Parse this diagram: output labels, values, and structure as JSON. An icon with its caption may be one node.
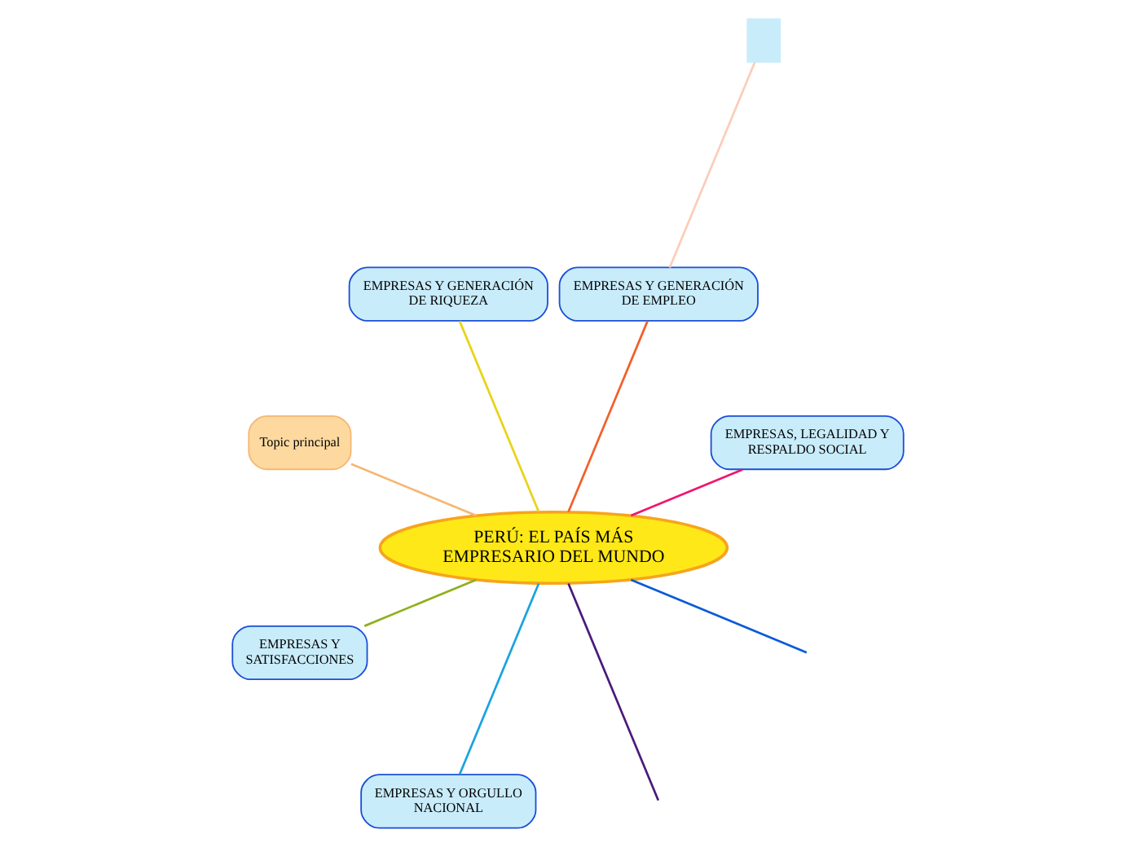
{
  "diagram": {
    "nodes": [
      {
        "text": [
          "PERÚ: EL PAÍS MÁS EMPRESARIO DEL MUNDO"
        ]
      },
      {
        "text": [
          "EMPRESAS, LEGALIDAD Y RESPALDO SOCIAL"
        ]
      },
      {
        "text": [
          "EMPRESAS Y GENERACIÓN DE EMPLEO"
        ]
      },
      {
        "text": [],
        "shape": "box"
      },
      {
        "text": [
          "EMPRESAS Y GENERACIÓN DE RIQUEZA"
        ]
      },
      {
        "text": [
          "Topic principal"
        ]
      },
      {
        "text": [
          "EMPRESAS Y SATISFACCIONES"
        ]
      },
      {
        "text": [
          "EMPRESAS Y ORGULLO NACIONAL"
        ]
      }
    ],
    "edges": [
      {
        "from": 0,
        "to": null,
        "arrow": "none",
        "color": "#4b1a7a"
      },
      {
        "from": 0,
        "to": null,
        "arrow": "none",
        "color": "#0a5bd6"
      },
      {
        "from": 0,
        "to": 1,
        "arrow": "none",
        "color": "#f0166e"
      },
      {
        "from": 0,
        "to": 2,
        "arrow": "none",
        "color": "#f2602a"
      },
      {
        "from": 2,
        "to": 3,
        "arrow": "none",
        "color": "#fbcdb8"
      },
      {
        "from": 0,
        "to": 4,
        "arrow": "none",
        "color": "#e8d318"
      },
      {
        "from": 0,
        "to": 5,
        "arrow": "none",
        "color": "#f5b774"
      },
      {
        "from": 0,
        "to": 6,
        "arrow": "none",
        "color": "#8fb01c"
      },
      {
        "from": 0,
        "to": 7,
        "arrow": "none",
        "color": "#1aa3e0"
      }
    ]
  }
}
